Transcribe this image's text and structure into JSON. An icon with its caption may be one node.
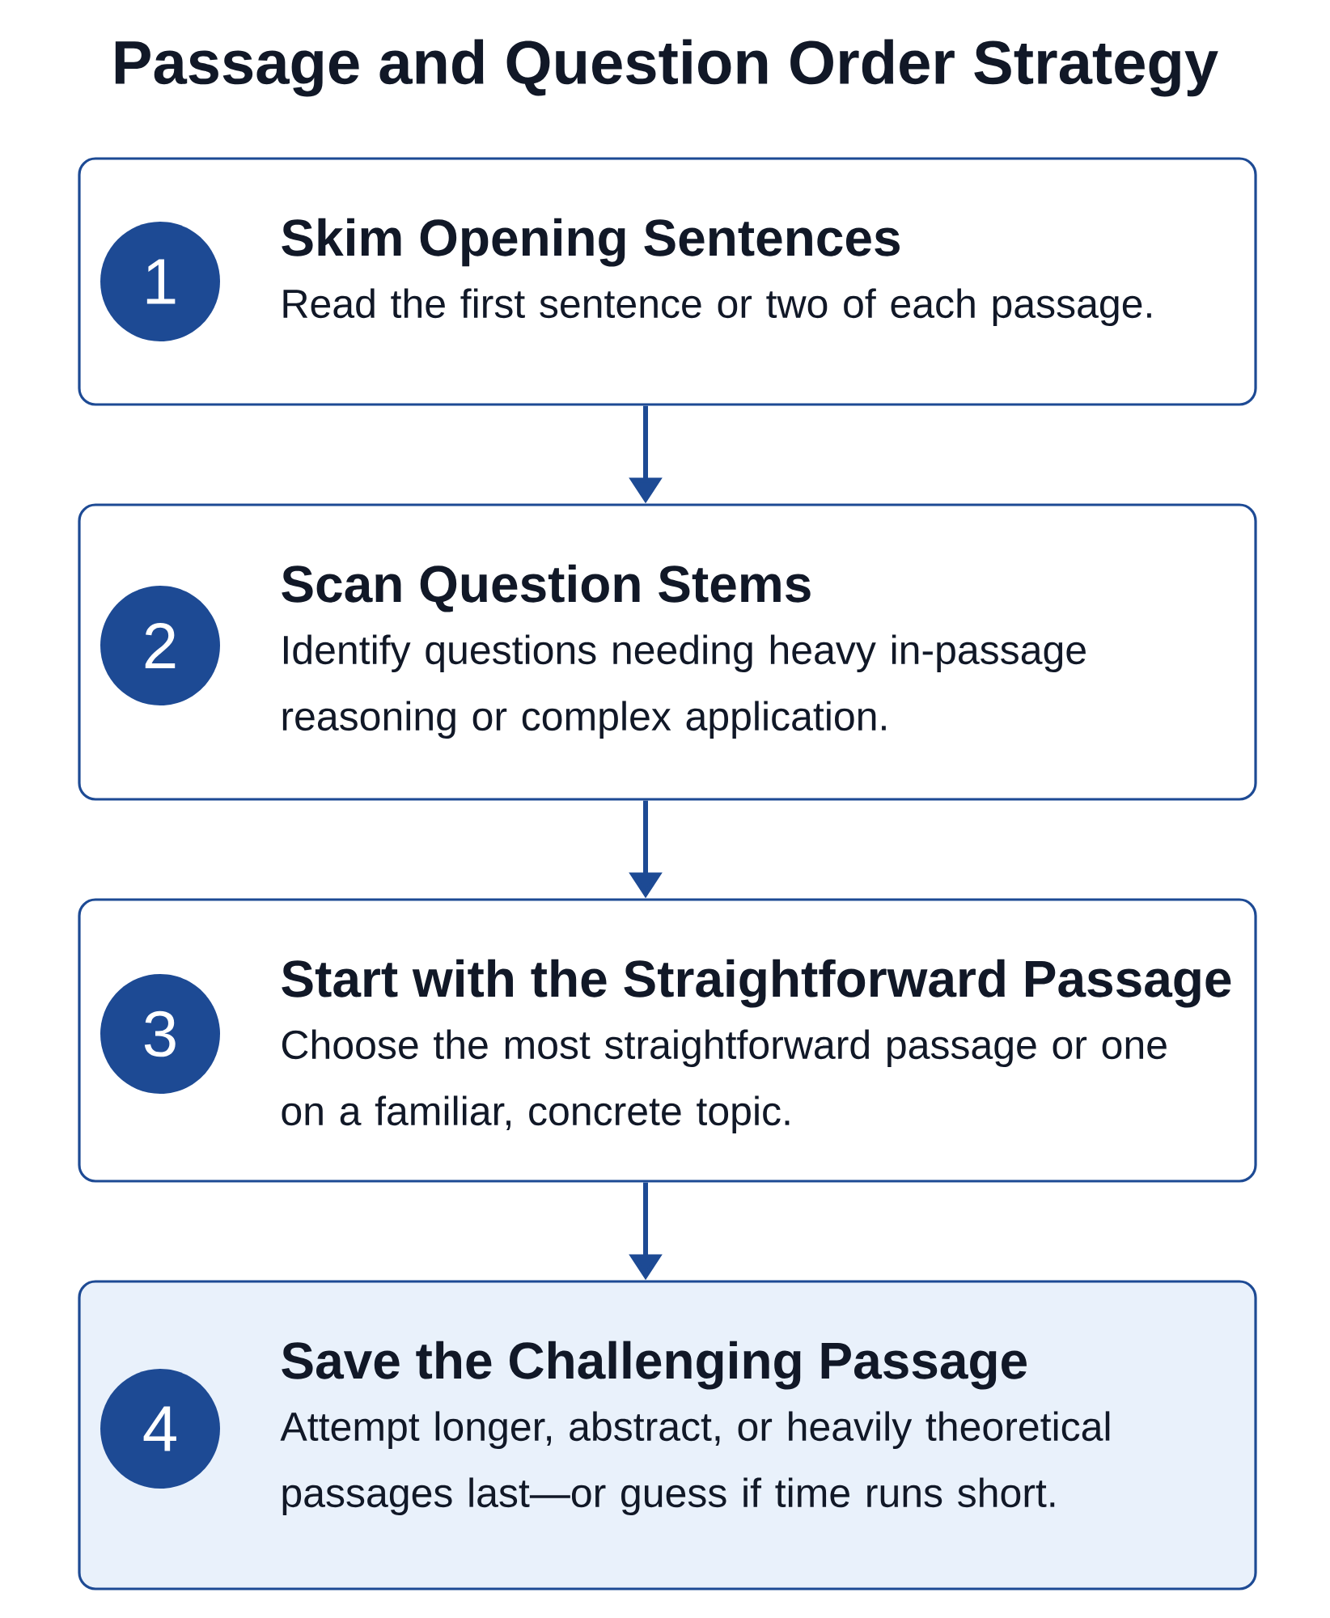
{
  "diagram": {
    "title": "Passage and Question Order Strategy",
    "nodes": [
      {
        "text": [
          "Skim Opening Sentences",
          "Read the first sentence or two of each passage."
        ]
      },
      {
        "text": [
          "1"
        ],
        "in": 0
      },
      {
        "text": [
          "Scan Question Stems",
          "Identify questions needing heavy in-passage reasoning or complex application."
        ]
      },
      {
        "text": [
          "2"
        ],
        "in": 2
      },
      {
        "text": [
          "Start with the Straightforward Passage",
          "Choose the most straightforward passage or one on a familiar, concrete topic."
        ]
      },
      {
        "text": [
          "3"
        ],
        "in": 4
      },
      {
        "text": [
          "Save the Challenging Passage",
          "Attempt longer, abstract, or heavily theoretical passages last—or guess if time runs short."
        ]
      },
      {
        "text": [
          "4"
        ],
        "in": 6
      }
    ],
    "edges": [
      {
        "from": 0,
        "to": 2,
        "arrow": "to"
      },
      {
        "from": 2,
        "to": 4,
        "arrow": "to"
      },
      {
        "from": 4,
        "to": 6,
        "arrow": "to"
      }
    ]
  }
}
